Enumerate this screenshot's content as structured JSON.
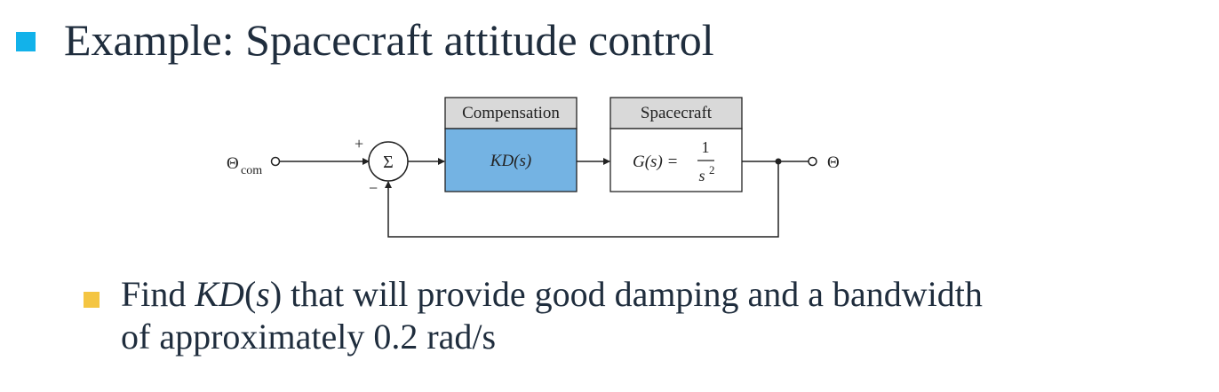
{
  "slide": {
    "title": "Example: Spacecraft attitude control",
    "sub_bullet": {
      "part1": "Find ",
      "math_kd": "KD",
      "paren_open": "(",
      "math_s": "s",
      "paren_close": ")",
      "rest_line1": " that will provide good damping and a bandwidth",
      "line2": "of approximately 0.2 rad/s"
    }
  },
  "diagram": {
    "input_label_main": "Θ",
    "input_label_sub": "com",
    "plus_sign": "+",
    "minus_sign": "−",
    "summer_symbol": "Σ",
    "compensation_header": "Compensation",
    "compensation_body": "KD(s)",
    "spacecraft_header": "Spacecraft",
    "plant_lhs": "G(s) =",
    "plant_num": "1",
    "plant_den_base": "s",
    "plant_den_exp": "2",
    "output_label": "Θ",
    "colors": {
      "compensation_fill": "#74b3e3",
      "header_fill": "#d9d9d9",
      "line": "#222222"
    }
  }
}
